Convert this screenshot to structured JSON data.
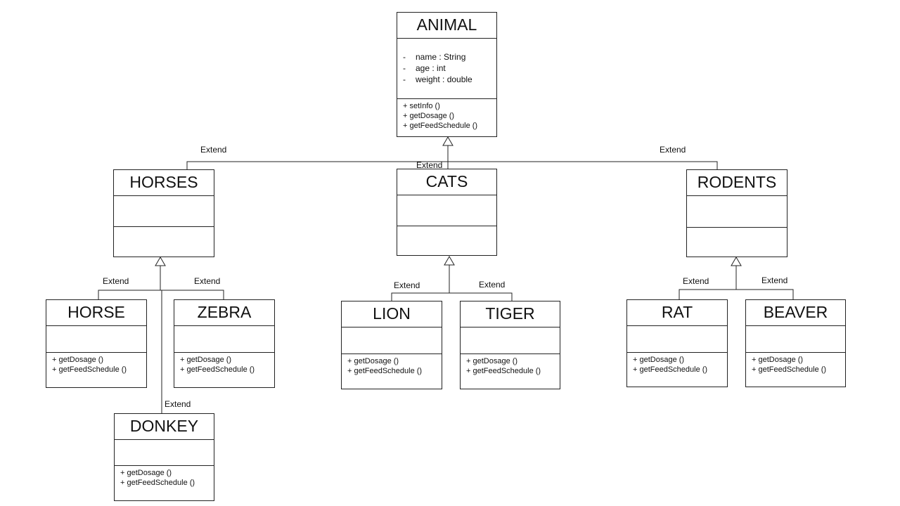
{
  "classes": {
    "animal": {
      "name": "ANIMAL",
      "attributes": [
        {
          "vis": "-",
          "text": "name  : String"
        },
        {
          "vis": "-",
          "text": "age  : int"
        },
        {
          "vis": "-",
          "text": "weight  : double"
        }
      ],
      "methods": [
        "+ setInfo ()",
        "+ getDosage ()",
        "+ getFeedSchedule ()"
      ]
    },
    "horses": {
      "name": "HORSES"
    },
    "cats": {
      "name": "CATS"
    },
    "rodents": {
      "name": "RODENTS"
    },
    "horse": {
      "name": "HORSE",
      "methods": [
        "+ getDosage ()",
        "+ getFeedSchedule ()"
      ]
    },
    "zebra": {
      "name": "ZEBRA",
      "methods": [
        "+ getDosage ()",
        "+ getFeedSchedule ()"
      ]
    },
    "donkey": {
      "name": "DONKEY",
      "methods": [
        "+ getDosage ()",
        "+ getFeedSchedule ()"
      ]
    },
    "lion": {
      "name": "LION",
      "methods": [
        "+ getDosage ()",
        "+ getFeedSchedule ()"
      ]
    },
    "tiger": {
      "name": "TIGER",
      "methods": [
        "+ getDosage ()",
        "+ getFeedSchedule ()"
      ]
    },
    "rat": {
      "name": "RAT",
      "methods": [
        "+ getDosage ()",
        "+ getFeedSchedule ()"
      ]
    },
    "beaver": {
      "name": "BEAVER",
      "methods": [
        "+ getDosage ()",
        "+ getFeedSchedule ()"
      ]
    }
  },
  "relation_labels": {
    "horses_animal": "Extend",
    "cats_animal": "Extend",
    "rodents_animal": "Extend",
    "horse_horses": "Extend",
    "zebra_horses": "Extend",
    "donkey_horses": "Extend",
    "lion_cats": "Extend",
    "tiger_cats": "Extend",
    "rat_rodents": "Extend",
    "beaver_rodents": "Extend"
  }
}
